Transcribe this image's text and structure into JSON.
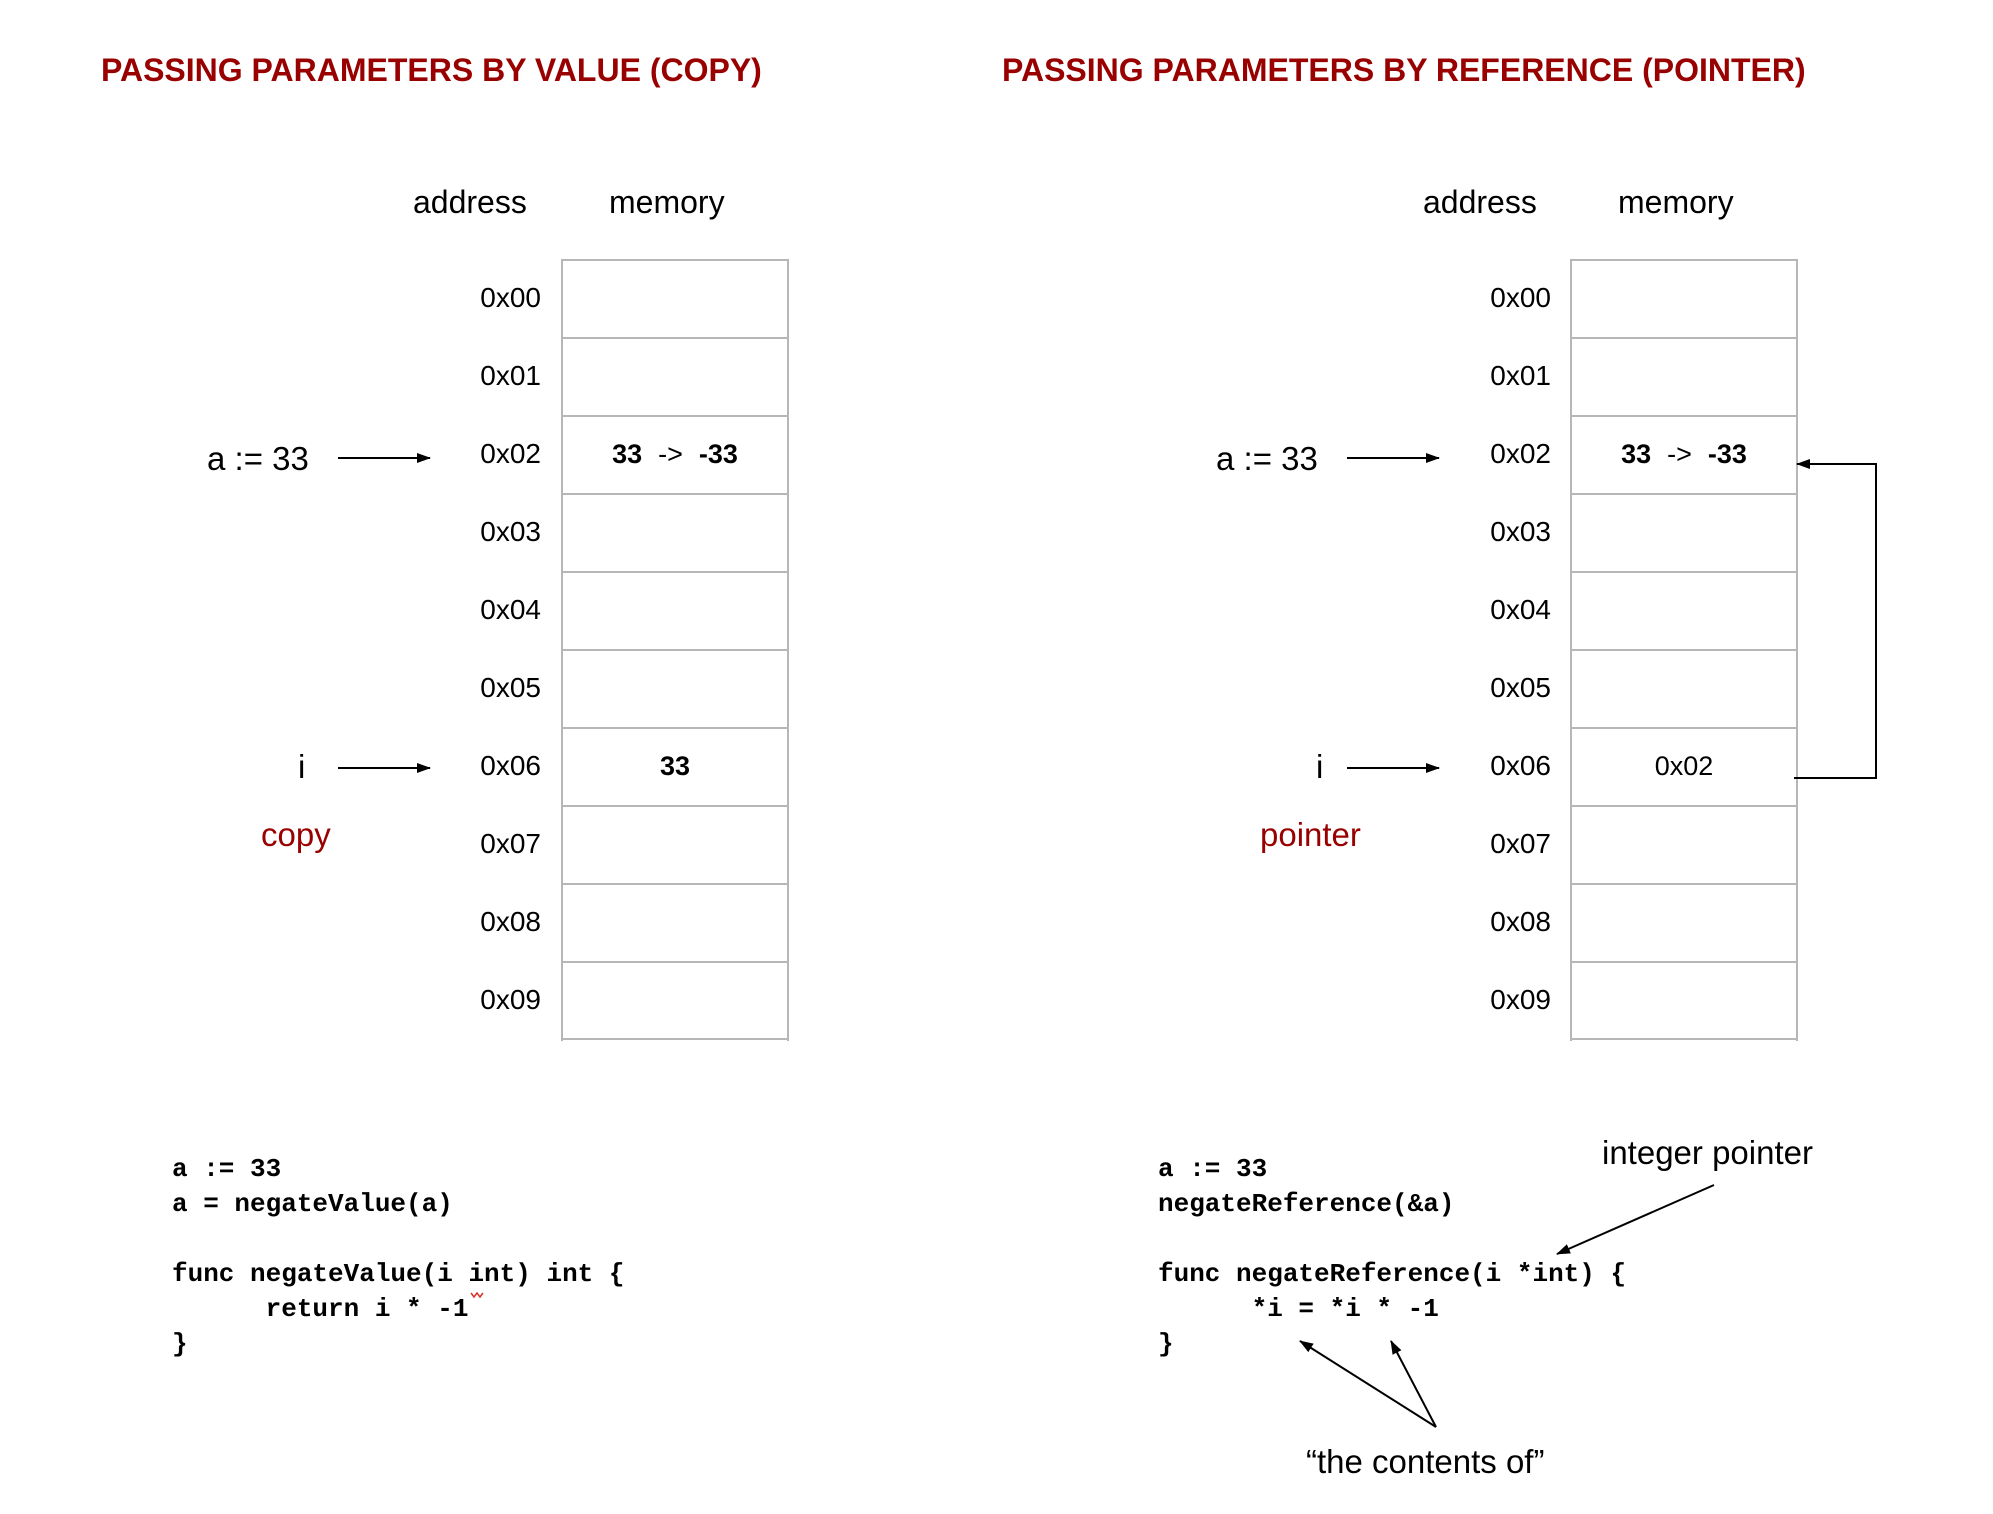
{
  "left": {
    "title": "PASSING PARAMETERS BY VALUE (COPY)",
    "address_header": "address",
    "memory_header": "memory",
    "addresses": [
      "0x00",
      "0x01",
      "0x02",
      "0x03",
      "0x04",
      "0x05",
      "0x06",
      "0x07",
      "0x08",
      "0x09"
    ],
    "cells": [
      "",
      "",
      "",
      "",
      "",
      "",
      "33",
      "",
      "",
      ""
    ],
    "cell_02": {
      "from": "33",
      "arrow": "->",
      "to": "-33"
    },
    "var_a_label": "a := 33",
    "var_i_label": "i",
    "note": "copy",
    "code": [
      "a := 33",
      "a = negateValue(a)",
      "",
      "func negateValue(i int) int {",
      "      return i * -1",
      "}"
    ]
  },
  "right": {
    "title": "PASSING PARAMETERS BY REFERENCE (POINTER)",
    "address_header": "address",
    "memory_header": "memory",
    "addresses": [
      "0x00",
      "0x01",
      "0x02",
      "0x03",
      "0x04",
      "0x05",
      "0x06",
      "0x07",
      "0x08",
      "0x09"
    ],
    "cells": [
      "",
      "",
      "",
      "",
      "",
      "",
      "0x02",
      "",
      "",
      ""
    ],
    "cell_02": {
      "from": "33",
      "arrow": "->",
      "to": "-33"
    },
    "var_a_label": "a := 33",
    "var_i_label": "i",
    "note": "pointer",
    "code": [
      "a := 33",
      "negateReference(&a)",
      "",
      "func negateReference(i *int) {",
      "      *i = *i * -1",
      "}"
    ],
    "annotation_pointer": "integer pointer",
    "annotation_contents": "“the contents of”"
  },
  "colors": {
    "title": "#990000",
    "grid": "#b7b7b7"
  }
}
